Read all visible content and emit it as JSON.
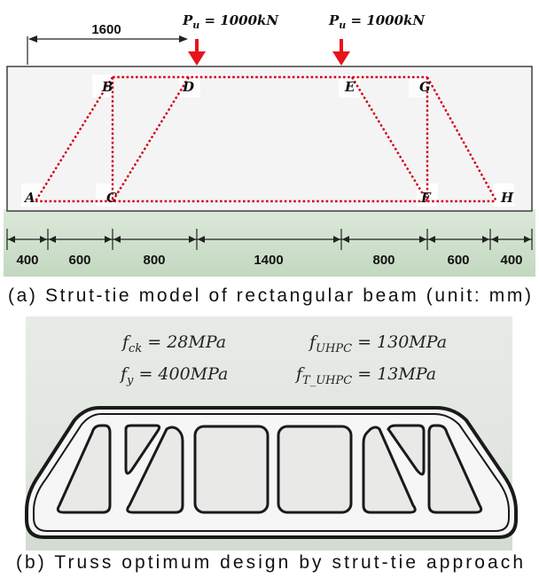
{
  "panel_a": {
    "dim_top": "1600",
    "loads": [
      {
        "label": "P",
        "sub": "u",
        "rest": " = 1000kN"
      },
      {
        "label": "P",
        "sub": "u",
        "rest": " = 1000kN"
      }
    ],
    "nodes": [
      "A",
      "B",
      "C",
      "D",
      "E",
      "F",
      "G",
      "H"
    ],
    "dims": [
      "400",
      "600",
      "800",
      "1400",
      "800",
      "600",
      "400"
    ],
    "caption": "(a)  Strut-tie  model  of  rectangular  beam  (unit:  mm)",
    "colors": {
      "tie": "#d0021b",
      "arrow": "#e8141b",
      "beam_fill": "#f3f3f3",
      "ground": "#c9dcc6"
    }
  },
  "panel_b": {
    "props": [
      {
        "sym": "f",
        "sub": "ck",
        "rest": " = 28MPa"
      },
      {
        "sym": "f",
        "sub": "UHPC",
        "rest": " = 130MPa"
      },
      {
        "sym": "f",
        "sub": "y",
        "rest": " = 400MPa"
      },
      {
        "sym": "f",
        "sub": "T_UHPC",
        "rest": " = 13MPa"
      }
    ],
    "caption": "(b)  Truss  optimum  design  by  strut-tie  approach"
  }
}
